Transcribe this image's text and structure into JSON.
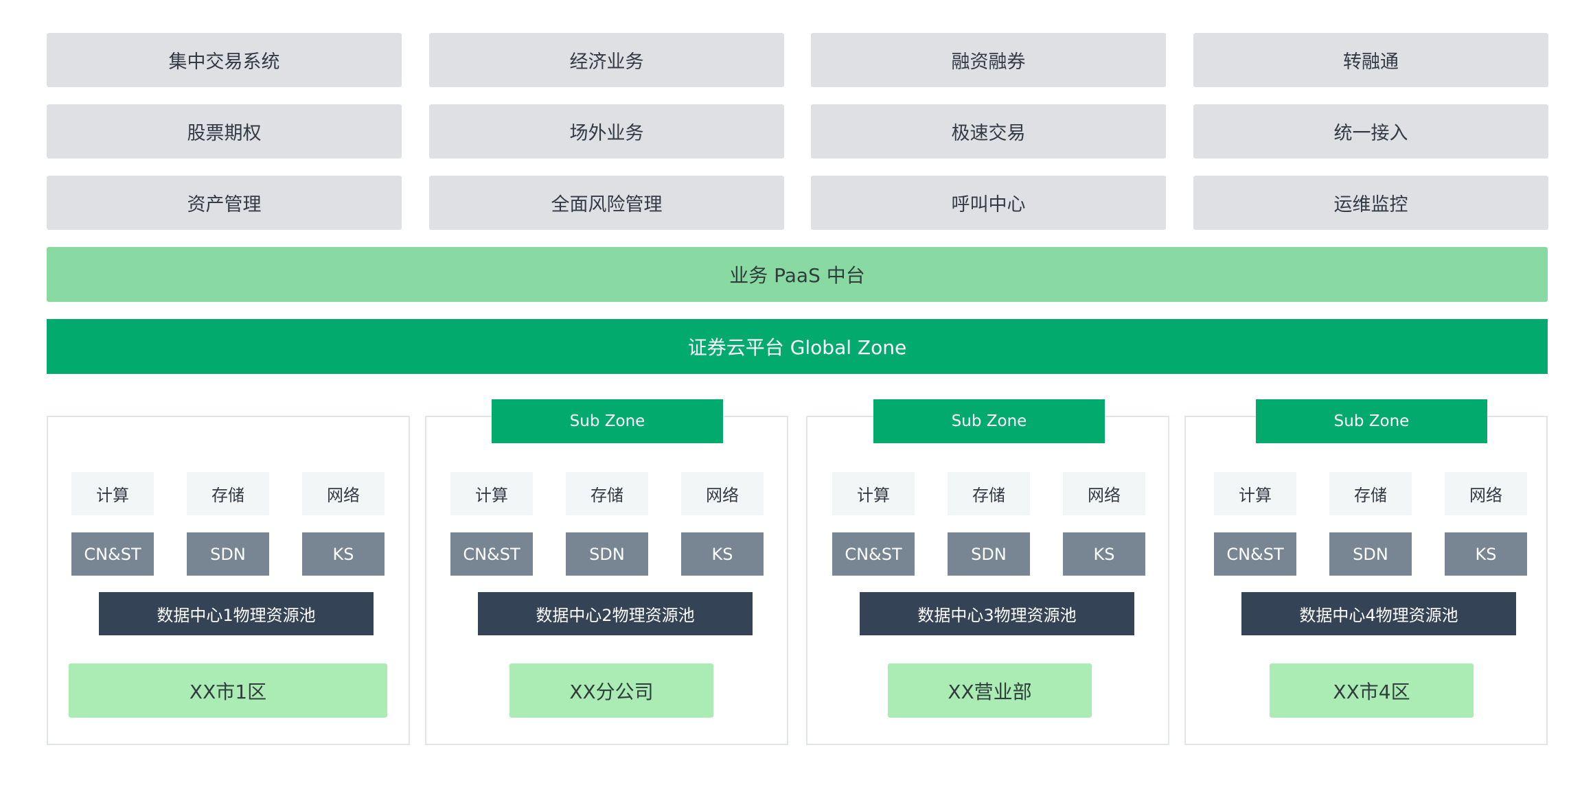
{
  "modules": [
    [
      "集中交易系统",
      "经济业务",
      "融资融券",
      "转融通"
    ],
    [
      "股票期权",
      "场外业务",
      "极速交易",
      "统一接入"
    ],
    [
      "资产管理",
      "全面风险管理",
      "呼叫中心",
      "运维监控"
    ]
  ],
  "paas_label": "业务 PaaS 中台",
  "global_label": "证券云平台 Global Zone",
  "zones": [
    {
      "subzone": "",
      "resources": [
        "计算",
        "存储",
        "网络"
      ],
      "components": [
        "CN&ST",
        "SDN",
        "KS"
      ],
      "pool": "数据中心1物理资源池",
      "branch": "XX市1区"
    },
    {
      "subzone": "Sub Zone",
      "resources": [
        "计算",
        "存储",
        "网络"
      ],
      "components": [
        "CN&ST",
        "SDN",
        "KS"
      ],
      "pool": "数据中心2物理资源池",
      "branch": "XX分公司"
    },
    {
      "subzone": "Sub Zone",
      "resources": [
        "计算",
        "存储",
        "网络"
      ],
      "components": [
        "CN&ST",
        "SDN",
        "KS"
      ],
      "pool": "数据中心3物理资源池",
      "branch": "XX营业部"
    },
    {
      "subzone": "Sub Zone",
      "resources": [
        "计算",
        "存储",
        "网络"
      ],
      "components": [
        "CN&ST",
        "SDN",
        "KS"
      ],
      "pool": "数据中心4物理资源池",
      "branch": "XX市4区"
    }
  ]
}
